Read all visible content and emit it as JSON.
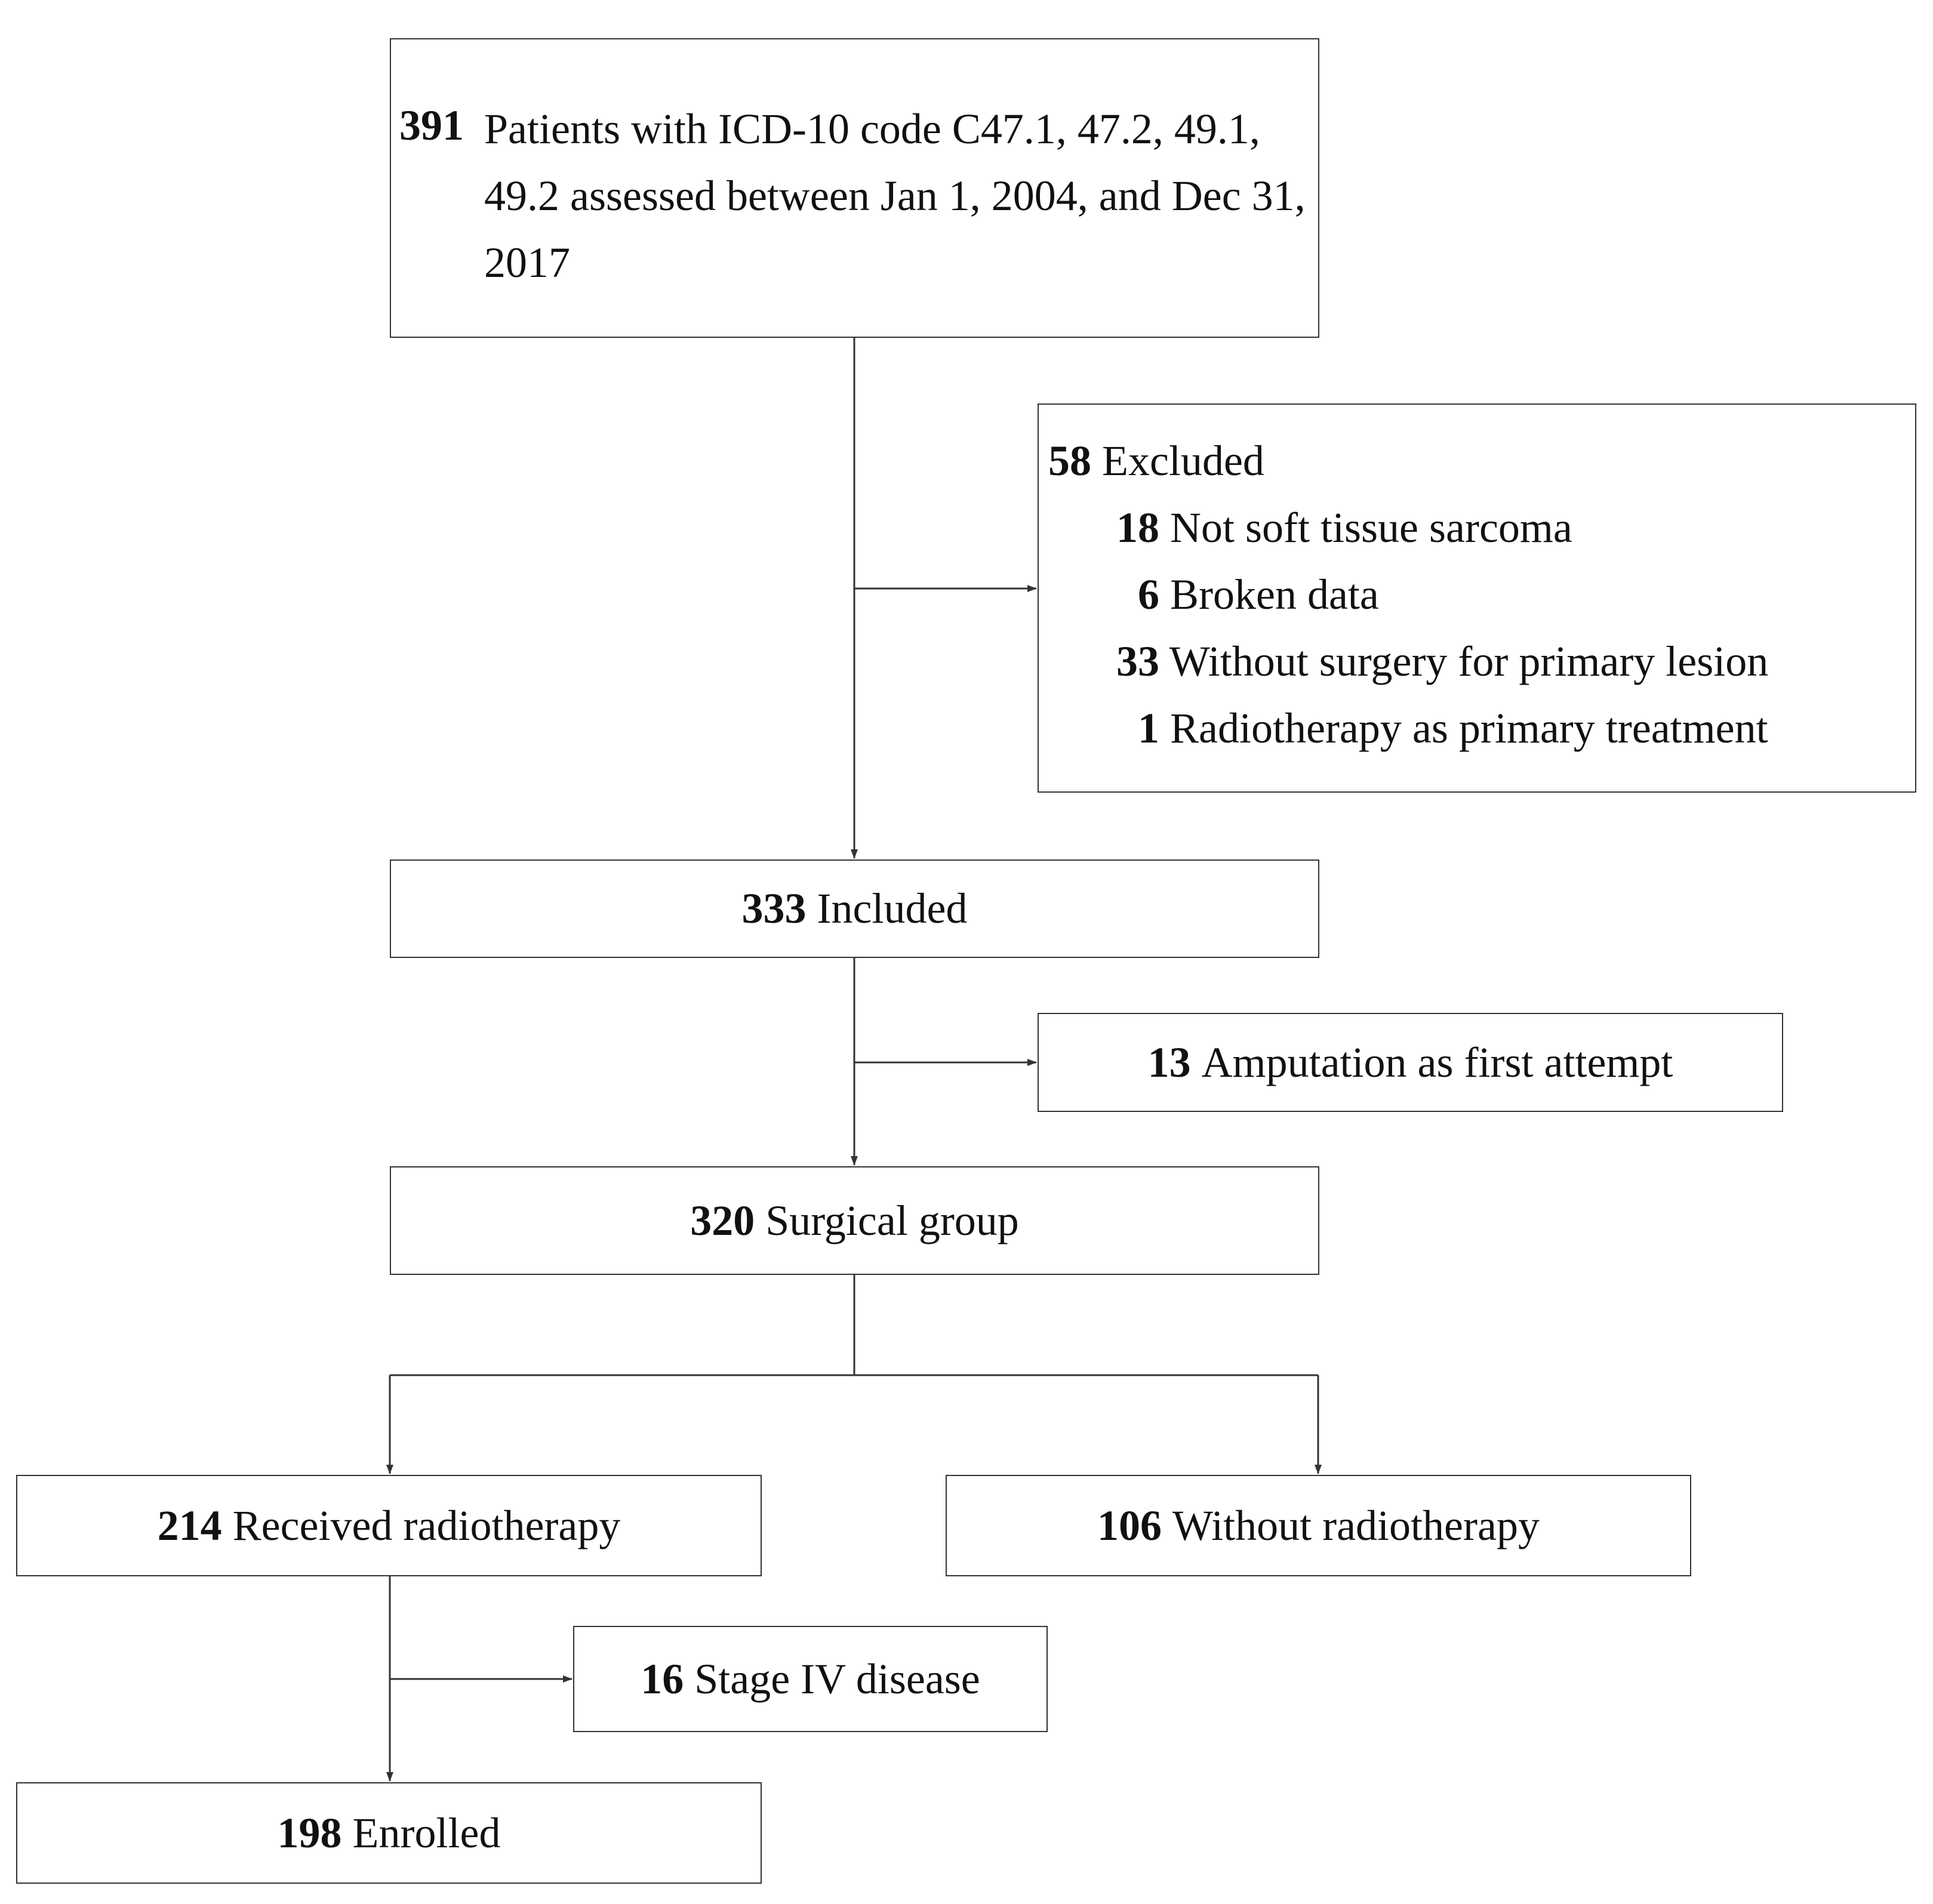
{
  "screened": {
    "count": "391",
    "text": "Patients with ICD-10 code C47.1, 47.2, 49.1, 49.2 assessed between Jan 1, 2004, and Dec 31, 2017"
  },
  "excluded": {
    "count": "58",
    "label": "Excluded",
    "reasons": [
      {
        "count": "18",
        "label": "Not soft tissue sarcoma"
      },
      {
        "count": "6",
        "label": "Broken data"
      },
      {
        "count": "33",
        "label": "Without surgery for primary lesion"
      },
      {
        "count": "1",
        "label": "Radiotherapy as primary treatment"
      }
    ]
  },
  "included": {
    "count": "333",
    "label": "Included"
  },
  "amputation": {
    "count": "13",
    "label": "Amputation as first attempt"
  },
  "surgical": {
    "count": "320",
    "label": "Surgical group"
  },
  "radiotherapy": {
    "count": "214",
    "label": "Received radiotherapy"
  },
  "no_radiotherapy": {
    "count": "106",
    "label": "Without radiotherapy"
  },
  "stage_iv": {
    "count": "16",
    "label": "Stage IV disease"
  },
  "enrolled": {
    "count": "198",
    "label": "Enrolled"
  }
}
